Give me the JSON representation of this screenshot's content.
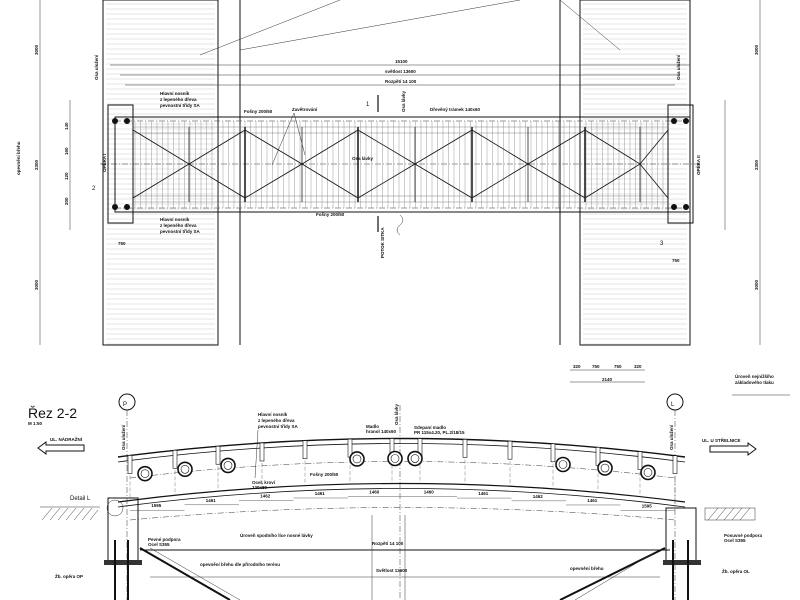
{
  "plan": {
    "dim_total": "15100",
    "dim_clear": "světlost 13600",
    "dim_span": "Rozpětí 14 100",
    "main_beam_label_top": [
      "Hlavní nosník",
      "z lepeného dřeva",
      "pevnostní třídy SA"
    ],
    "main_beam_label_bottom": [
      "Hlavní nosník",
      "z lepeného dřeva",
      "pevnostní třídy SA"
    ],
    "planks_top": "Fošny 200/50",
    "planks_bottom": "Fošny 200/50",
    "bracing": "Zavětrování",
    "axis_bridge": "Osa lávky",
    "axis_bridge_deck": "Osa lávky",
    "timber_beam": "Dřevěný trámek 140x60",
    "axis_support_left": "Osa uložení",
    "axis_support_right": "Osa uložení",
    "abutment_left": "OPĚRA I",
    "abutment_right": "OPĚRA II",
    "stream": "POTOK SITKA",
    "section_mark_1": "1",
    "section_mark_2": "2",
    "section_mark_3": "3",
    "left_dims": [
      "3000",
      "2300",
      "3000"
    ],
    "small_dims": [
      "140",
      "160",
      "120",
      "200",
      "750"
    ],
    "bottom_dims": [
      "320",
      "750",
      "750",
      "320"
    ],
    "bottom_total": "2140",
    "foundation_note": [
      "Úroveň nejnižšího",
      "základového tlaku"
    ],
    "side_label": "opevnění břehu"
  },
  "section": {
    "title": "Řez 2-2",
    "scale": "M 1:50",
    "marker_left": "P",
    "marker_right": "L",
    "street_left": "UL. NÁDRAŽNÍ",
    "street_right": "UL. U STŘELNICE",
    "detail": "Detail L",
    "main_beam": [
      "Hlavní nosník",
      "z lepeného dřeva",
      "pevnostní třídy SA"
    ],
    "handrail": [
      "Madlo",
      "hranol 140x60"
    ],
    "handrail_2": [
      "Sdepaní madlo",
      "PR 115x4.20, PL.2/18/15"
    ],
    "cross_beam": [
      "Ocel. kroví",
      "120x80"
    ],
    "planks": "Fošny 200/50",
    "underside": "Úroveň spodního líce nosné lávky",
    "fixed_bearing": [
      "Pevné podpora",
      "Ocel S355"
    ],
    "sliding_bearing": [
      "Posuvné podpora",
      "Ocel S355"
    ],
    "span": "Rozpětí 14 100",
    "clear": "Světlost 13600",
    "bank_left": "opevnění břehu dle přírodního terénu",
    "bank_right": "opevnění břehu",
    "abutment_left": "Žb. opěra OP",
    "abutment_right": "Žb. opěra OL",
    "axis_left": "Osa uložení",
    "axis_right": "Osa uložení",
    "axis_bridge": "Osa lávky",
    "segment_dims": [
      "1595",
      "1461",
      "1462",
      "1461",
      "1460",
      "1460",
      "1461",
      "1462",
      "1461",
      "1595"
    ]
  }
}
